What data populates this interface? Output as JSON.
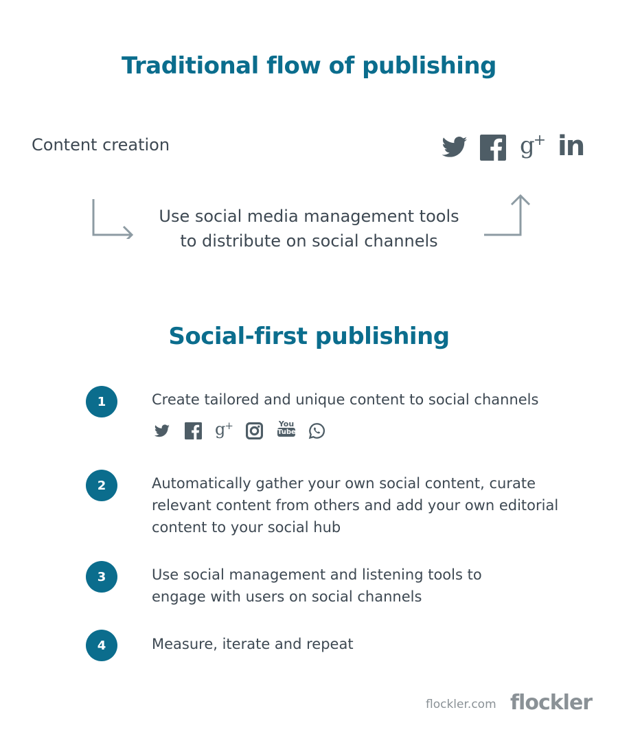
{
  "traditional": {
    "title": "Traditional flow of publishing",
    "content_creation": "Content creation",
    "distribute_line1": "Use social media management tools",
    "distribute_line2": "to distribute on social channels",
    "icons": [
      "twitter-icon",
      "facebook-icon",
      "google-plus-icon",
      "linkedin-icon"
    ]
  },
  "social_first": {
    "title": "Social-first publishing",
    "steps": [
      {
        "number": "1",
        "lines": [
          "Create tailored and unique content to social channels"
        ]
      },
      {
        "number": "2",
        "lines": [
          "Automatically gather your own social content, curate",
          "relevant content from others and add your own editorial",
          "content to your social hub"
        ]
      },
      {
        "number": "3",
        "lines": [
          "Use social management and listening tools to",
          "engage with users on social channels"
        ]
      },
      {
        "number": "4",
        "lines": [
          "Measure, iterate and repeat"
        ]
      }
    ],
    "step1_icons": [
      "twitter-icon",
      "facebook-icon",
      "google-plus-icon",
      "instagram-icon",
      "youtube-icon",
      "whatsapp-icon"
    ]
  },
  "footer": {
    "url": "flockler.com",
    "logo": "flockler"
  },
  "colors": {
    "accent": "#0b6d8d",
    "text": "#3d4852",
    "icon": "#4e5d66",
    "arrow": "#8d9ba3",
    "footer": "#8a9196"
  }
}
